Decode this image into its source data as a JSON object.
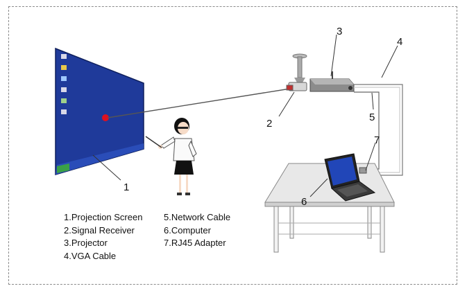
{
  "callouts": [
    "1",
    "2",
    "3",
    "4",
    "5",
    "6",
    "7"
  ],
  "legend": {
    "left": [
      "1.Projection Screen",
      "2.Signal Receiver",
      "3.Projector",
      "4.VGA Cable"
    ],
    "right": [
      "5.Network Cable",
      "6.Computer",
      "7.RJ45 Adapter"
    ]
  },
  "colors": {
    "screen_blue": "#1f3a9a",
    "laser_dot": "#e01020",
    "cable": "#555555",
    "table": "#e8e8e8"
  },
  "icons": [
    "desktop-icon",
    "teacher-figure",
    "laptop-icon",
    "projector-icon"
  ]
}
